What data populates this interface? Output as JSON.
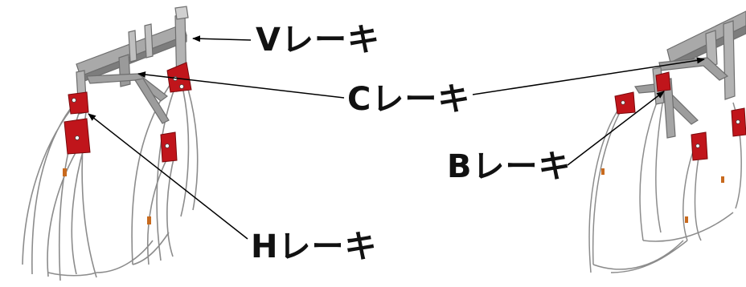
{
  "labels": {
    "v_rake": "Vレーキ",
    "c_rake": "Cレーキ",
    "b_rake": "Bレーキ",
    "h_rake": "Hレーキ"
  },
  "colors": {
    "frame": "#9a9a9a",
    "frame_dark": "#6e6e6e",
    "bracket": "#c0151b",
    "tine": "#8c8c8c",
    "spring_accent": "#c86a1e",
    "arrow": "#000000"
  }
}
